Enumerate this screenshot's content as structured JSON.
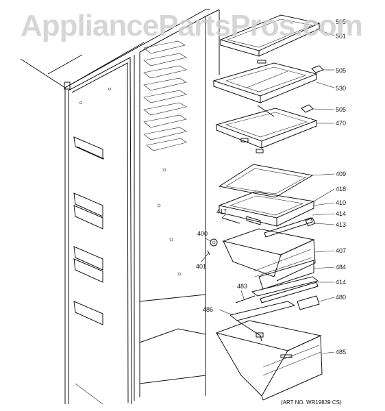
{
  "watermark": "AppliancePartsPros.com",
  "art_number": "(ART NO. WR19839 CS)",
  "part_labels": {
    "p505a": "505",
    "p501": "501",
    "p505b": "505",
    "p530": "530",
    "p505c": "505",
    "p470": "470",
    "p409": "409",
    "p418": "418",
    "p410": "410",
    "p417": "417",
    "p414a": "414",
    "p413": "413",
    "p400": "400",
    "p401": "401",
    "p407": "407",
    "p484": "484",
    "p483": "483",
    "p414b": "414",
    "p480": "480",
    "p486": "486",
    "p485": "485"
  }
}
